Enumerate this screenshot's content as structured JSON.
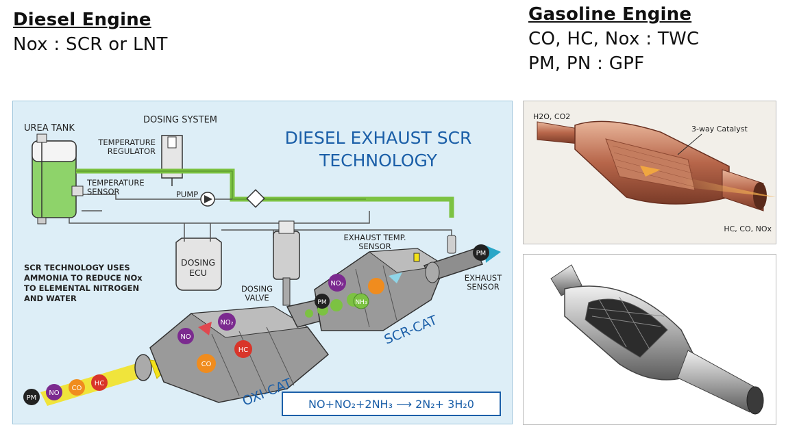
{
  "diesel": {
    "title": "Diesel Engine",
    "line1": "Nox : SCR or LNT"
  },
  "gasoline": {
    "title": "Gasoline Engine",
    "line1": "CO, HC, Nox : TWC",
    "line2": "PM, PN : GPF"
  },
  "scr_diagram": {
    "title_line1": "DIESEL EXHAUST SCR",
    "title_line2": "TECHNOLOGY",
    "urea_tank": "UREA TANK",
    "dosing_system": "DOSING SYSTEM",
    "temp_regulator_1": "TEMPERATURE",
    "temp_regulator_2": "REGULATOR",
    "temp_sensor_1": "TEMPERATURE",
    "temp_sensor_2": "SENSOR",
    "pump": "PUMP",
    "dosing_ecu_1": "DOSING",
    "dosing_ecu_2": "ECU",
    "dosing_valve_1": "DOSING",
    "dosing_valve_2": "VALVE",
    "exhaust_temp_1": "EXHAUST TEMP.",
    "exhaust_temp_2": "SENSOR",
    "exhaust_sensor_1": "EXHAUST",
    "exhaust_sensor_2": "SENSOR",
    "desc_1": "SCR TECHNOLOGY USES",
    "desc_2": "AMMONIA TO REDUCE NOx",
    "desc_3": "TO ELEMENTAL NITROGEN",
    "desc_4": "AND WATER",
    "oxi_cat": "OXI-CAT",
    "scr_cat": "SCR-CAT",
    "equation": "NO+NO₂+2NH₃ ⟶ 2N₂+ 3H₂0",
    "pm": "PM",
    "no": "NO",
    "co": "CO",
    "hc": "HC",
    "no2": "NO₂",
    "nh3": "NH₃",
    "colors": {
      "accent_blue": "#1b5fa8",
      "pipe_green": "#7cc242",
      "panel_bg": "#ddeef7",
      "pm_black": "#222222",
      "no_purple": "#7b2a8f",
      "co_orange": "#f08c1e",
      "hc_red": "#d9352a",
      "arrow_yellow": "#f3e21a"
    }
  },
  "twc_photo": {
    "label_top": "H2O, CO2",
    "label_catalyst": "3-way Catalyst",
    "label_bottom": "HC, CO, NOx"
  }
}
